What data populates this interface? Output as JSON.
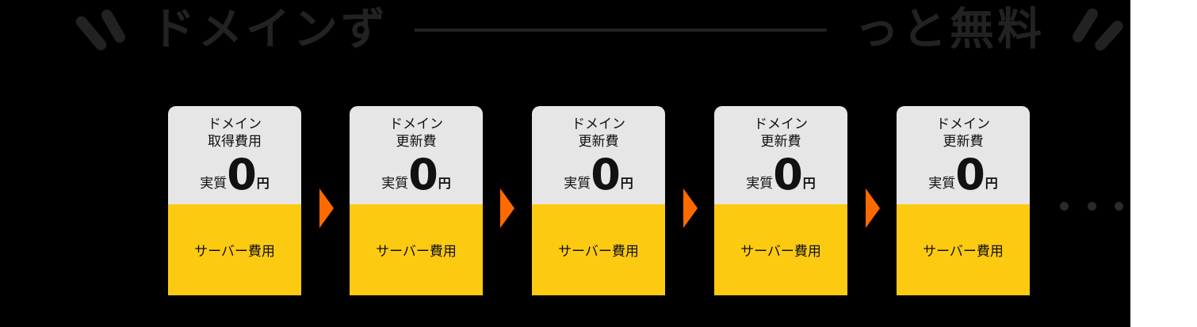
{
  "headline": {
    "left_text": "ドメインず",
    "right_text": "っと無料",
    "accent_left": "\\\\",
    "accent_right": "//"
  },
  "cards": [
    {
      "line1": "ドメイン",
      "line2": "取得費用",
      "price_prefix": "実質",
      "price_value": "0",
      "price_unit": "円",
      "bottom_label": "サーバー費用"
    },
    {
      "line1": "ドメイン",
      "line2": "更新費",
      "price_prefix": "実質",
      "price_value": "0",
      "price_unit": "円",
      "bottom_label": "サーバー費用"
    },
    {
      "line1": "ドメイン",
      "line2": "更新費",
      "price_prefix": "実質",
      "price_value": "0",
      "price_unit": "円",
      "bottom_label": "サーバー費用"
    },
    {
      "line1": "ドメイン",
      "line2": "更新費",
      "price_prefix": "実質",
      "price_value": "0",
      "price_unit": "円",
      "bottom_label": "サーバー費用"
    },
    {
      "line1": "ドメイン",
      "line2": "更新費",
      "price_prefix": "実質",
      "price_value": "0",
      "price_unit": "円",
      "bottom_label": "サーバー費用"
    }
  ],
  "colors": {
    "background": "#000000",
    "card_top": "#e6e6e6",
    "card_bottom": "#fdca12",
    "arrow": "#ff6a00",
    "headline": "#222222"
  },
  "continuation": "..."
}
